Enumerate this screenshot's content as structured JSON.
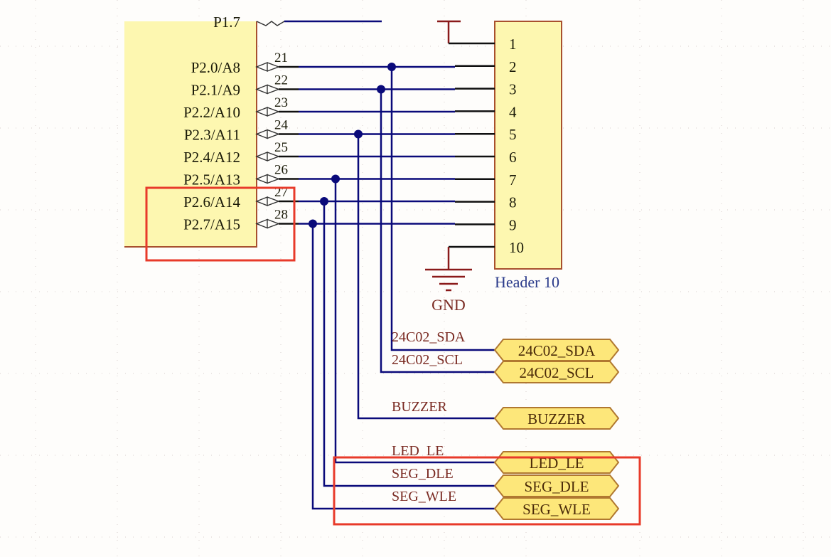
{
  "colors": {
    "background": "#fefdfb",
    "component_fill": "#fdf7b0",
    "component_border": "#a8502e",
    "wire": "#0a0a7a",
    "pin_line": "#101010",
    "junction": "#0a0a7a",
    "net_label": "#7a2a22",
    "port_fill": "#fde77a",
    "port_border": "#b07830",
    "highlight_box": "#e83a2a",
    "power_symbol": "#8a1a1a",
    "component_label": "#2a3a8a"
  },
  "mcu": {
    "partial_pin_top": "P1.7",
    "pins": [
      {
        "name": "P2.0/A8",
        "number": "21"
      },
      {
        "name": "P2.1/A9",
        "number": "22"
      },
      {
        "name": "P2.2/A10",
        "number": "23"
      },
      {
        "name": "P2.3/A11",
        "number": "24"
      },
      {
        "name": "P2.4/A12",
        "number": "25"
      },
      {
        "name": "P2.5/A13",
        "number": "26"
      },
      {
        "name": "P2.6/A14",
        "number": "27"
      },
      {
        "name": "P2.7/A15",
        "number": "28"
      }
    ]
  },
  "header": {
    "label": "Header 10",
    "pins": [
      "1",
      "2",
      "3",
      "4",
      "5",
      "6",
      "7",
      "8",
      "9",
      "10"
    ]
  },
  "power": {
    "gnd_label": "GND"
  },
  "nets": [
    {
      "wire_label": "24C02_SDA",
      "port_label": "24C02_SDA",
      "from_pin": "P2.0/A8"
    },
    {
      "wire_label": "24C02_SCL",
      "port_label": "24C02_SCL",
      "from_pin": "P2.1/A9"
    },
    {
      "wire_label": "BUZZER",
      "port_label": "BUZZER",
      "from_pin": "P2.3/A11"
    },
    {
      "wire_label": "LED_LE",
      "port_label": "LED_LE",
      "from_pin": "P2.5/A13"
    },
    {
      "wire_label": "SEG_DLE",
      "port_label": "SEG_DLE",
      "from_pin": "P2.6/A14"
    },
    {
      "wire_label": "SEG_WLE",
      "port_label": "SEG_WLE",
      "from_pin": "P2.7/A15"
    }
  ],
  "highlights": [
    {
      "target": "P2.6/A14, P2.7/A15 pins"
    },
    {
      "target": "LED_LE, SEG_DLE, SEG_WLE ports"
    }
  ]
}
